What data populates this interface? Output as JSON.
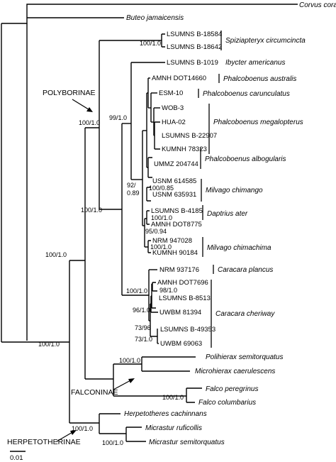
{
  "tips": {
    "corvus_corax": "Corvus corax",
    "buteo_jamaicensis": "Buteo jamaicensis",
    "lsumns_b18584": "LSUMNS B-18584",
    "lsumns_b18642": "LSUMNS B-18642",
    "lsumns_b1019": "LSUMNS B-1019",
    "ibycter_americanus": "Ibycter americanus",
    "amnh_dot14660": "AMNH DOT14660",
    "esm_10": "ESM-10",
    "wob_3": "WOB-3",
    "hua_02": "HUA-02",
    "lsumns_b22907": "LSUMNS B-22907",
    "kumnh_78323": "KUMNH 78323",
    "ummz_204744": "UMMZ 204744",
    "usnm_614585": "USNM 614585",
    "usnm_635931": "USNM 635931",
    "lsumns_b4185": "LSUMNS B-4185",
    "amnh_dot8775": "AMNH DOT8775",
    "nrm_947028": "NRM 947028",
    "kumnh_90184": "KUMNH 90184",
    "nrm_937176": "NRM 937176",
    "amnh_dot7696": "AMNH DOT7696",
    "lsumns_b8513": "LSUMNS B-8513",
    "uwbm_81394": "UWBM 81394",
    "lsumns_b49353": "LSUMNS B-49353",
    "uwbm_69063": "UWBM 69063",
    "polihierax_semitorquatus": "Polihierax semitorquatus",
    "microhierax_caerulescens": "Microhierax caerulescens",
    "falco_peregrinus": "Falco peregrinus",
    "falco_columbarius": "Falco columbarius",
    "herpetotheres_cachinnans": "Herpetotheres cachinnans",
    "micrastur_ruficollis": "Micrastur ruficollis",
    "micrastur_semitorquatus": "Micrastur semitorquatus"
  },
  "species": {
    "spiziapteryx": "Spiziapteryx circumcincta",
    "ph_australis": "Phalcoboenus australis",
    "ph_carunculatus": "Phalcoboenus carunculatus",
    "ph_megalopterus": "Phalcoboenus megalopterus",
    "ph_albogularis": "Phalcoboenus albogularis",
    "milvago_chimango": "Milvago chimango",
    "daptrius_ater": "Daptrius ater",
    "milvago_chimachima": "Milvago chimachima",
    "caracara_plancus": "Caracara plancus",
    "caracara_cheriway": "Caracara cheriway"
  },
  "support": {
    "spiz": "100/1.0",
    "n99": "99/1.0",
    "polyb": "100/1.0",
    "n92a": "92/",
    "n92b": "0.89",
    "chimango": "100/0.85",
    "daptrius": "100/1.0",
    "n95": "95/0.94",
    "chimachima": "100/1.0",
    "polyb_main": "100/1.0",
    "caracara": "100/1.0",
    "n98": "98/1.0",
    "n96": "96/1.0",
    "n73a": "73/96",
    "n73b": "73/1.0",
    "caracarinae": "100/1.0",
    "root": "100/1.0",
    "polihierax": "100/1.0",
    "falco": "100/1.0",
    "herp_clade": "100/1.0",
    "micrastur": "100/1.0"
  },
  "clades": {
    "polyborinae": "POLYBORINAE",
    "falconinae": "FALCONINAE",
    "herpetotherinae": "HERPETOTHERINAE"
  },
  "scale_bar": "0.01"
}
